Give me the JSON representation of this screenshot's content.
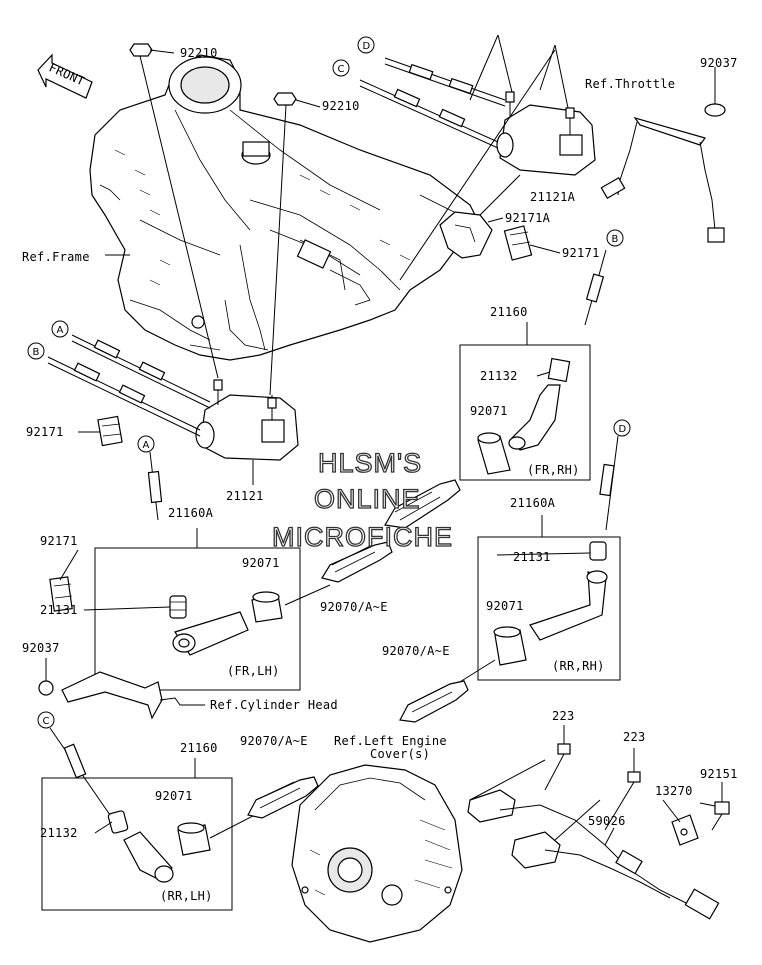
{
  "watermark": {
    "line1": "HLSM'S",
    "line2": "ONLINE",
    "line3": "MICROFICHE"
  },
  "front_arrow_label": "FRONT",
  "references": {
    "frame": "Ref.Frame",
    "throttle": "Ref.Throttle",
    "cylinder_head": "Ref.Cylinder Head",
    "left_engine_cover_1": "Ref.Left Engine",
    "left_engine_cover_2": "Cover(s)"
  },
  "callouts": {
    "A": "A",
    "B": "B",
    "C": "C",
    "D": "D"
  },
  "part_labels": {
    "p92210_top": "92210",
    "p92210_mid": "92210",
    "p92037_top": "92037",
    "p21121A": "21121A",
    "p92171A": "92171A",
    "p92171_right": "92171",
    "p92171_left": "92171",
    "p92171_lower": "92171",
    "p21121": "21121",
    "p21160_top": "21160",
    "p21132_top": "21132",
    "p92071_fr_rh": "92071",
    "p21160A_left": "21160A",
    "p92071_fr_lh": "92071",
    "p21131_left": "21131",
    "p92070_mid": "92070/A~E",
    "p21160A_right": "21160A",
    "p21131_right": "21131",
    "p92071_rr_rh": "92071",
    "p92070_right": "92070/A~E",
    "p92037_left": "92037",
    "p223_a": "223",
    "p223_b": "223",
    "p21160_bottom": "21160",
    "p92070_bottom": "92070/A~E",
    "p92151": "92151",
    "p13270": "13270",
    "p92071_rr_lh": "92071",
    "p21132_bottom": "21132",
    "p59026": "59026"
  },
  "group_labels": {
    "fr_rh": "(FR,RH)",
    "fr_lh": "(FR,LH)",
    "rr_rh": "(RR,RH)",
    "rr_lh": "(RR,LH)"
  }
}
